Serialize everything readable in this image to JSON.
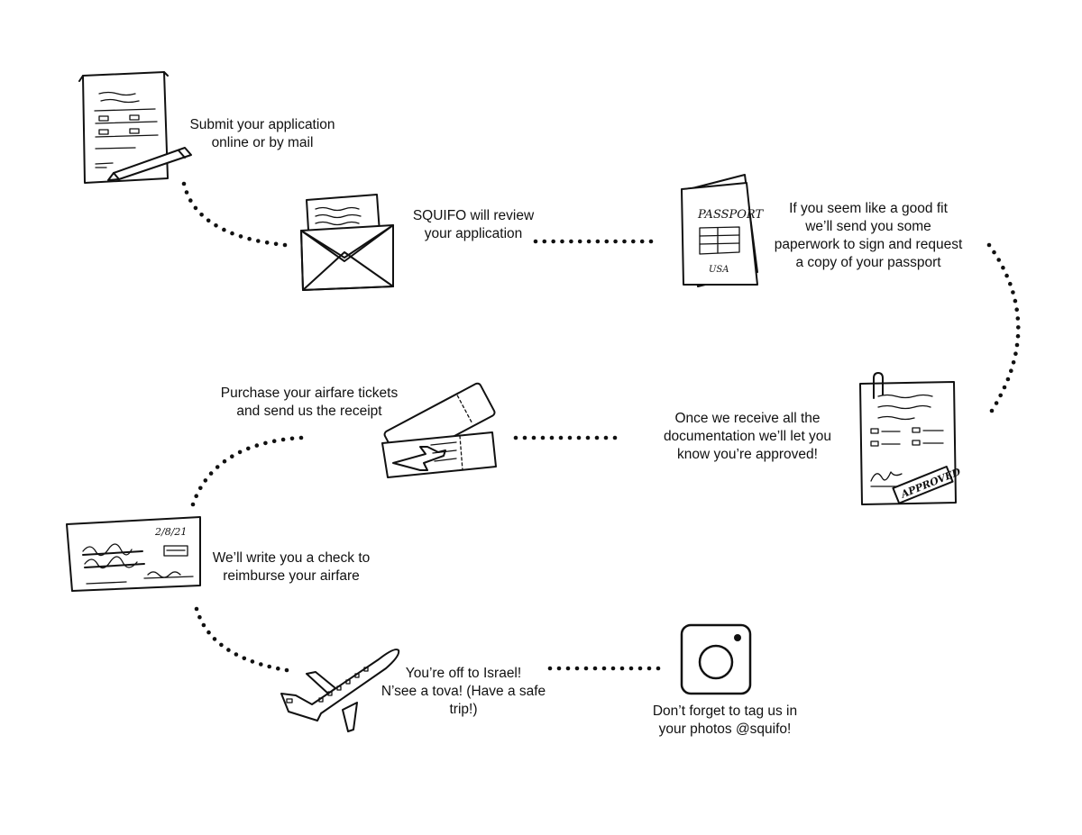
{
  "steps": [
    {
      "icon": "application-form-icon",
      "lines": [
        "Submit your application",
        "online or by mail"
      ]
    },
    {
      "icon": "envelope-icon",
      "lines": [
        "SQUIFO will review",
        "your application"
      ]
    },
    {
      "icon": "passport-icon",
      "lines": [
        "If you seem like a good fit",
        "we’ll send you some",
        "paperwork to sign and request",
        "a copy of your passport"
      ]
    },
    {
      "icon": "approved-document-icon",
      "lines": [
        "Once we receive all the",
        "documentation we’ll let you",
        "know you’re approved!"
      ]
    },
    {
      "icon": "airplane-tickets-icon",
      "lines": [
        "Purchase your airfare tickets",
        "and send us the receipt"
      ]
    },
    {
      "icon": "check-icon",
      "lines": [
        "We’ll write you a check to",
        "reimburse your airfare"
      ]
    },
    {
      "icon": "airplane-icon",
      "lines": [
        "You’re off to Israel!",
        "N’see a tova! (Have a safe",
        "trip!)"
      ]
    },
    {
      "icon": "instagram-icon",
      "lines": [
        "Don’t forget to tag us in",
        "your photos @squifo!"
      ]
    }
  ],
  "icon_labels": {
    "passport_title": "PASSPORT",
    "passport_country": "USA",
    "approved_stamp": "APPROVED",
    "check_date": "2/8/21"
  }
}
